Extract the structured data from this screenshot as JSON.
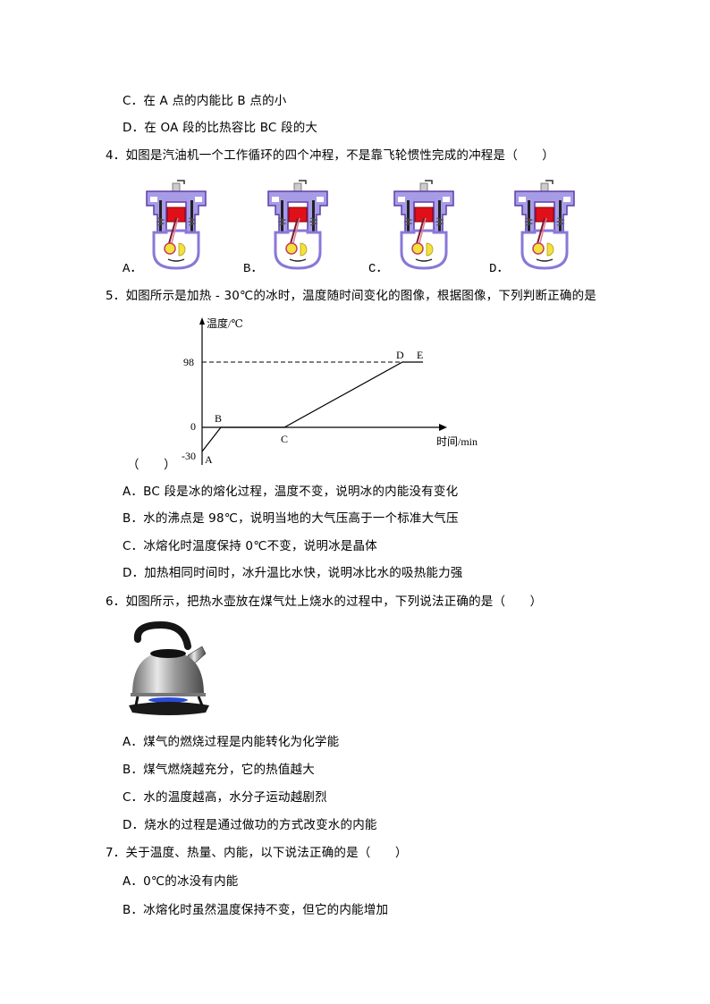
{
  "q3_tail": {
    "option_c": "C．在 A 点的内能比 B 点的小",
    "option_d": "D．在 OA 段的比热容比 BC 段的大"
  },
  "q4": {
    "stem": "4．如图是汽油机一个工作循环的四个冲程，不是靠飞轮惯性完成的冲程是（　　）",
    "images": [
      {
        "label": "A．",
        "icon": "engine-stroke-icon"
      },
      {
        "label": "B．",
        "icon": "engine-stroke-icon"
      },
      {
        "label": "C．",
        "icon": "engine-stroke-icon"
      },
      {
        "label": "D．",
        "icon": "engine-stroke-icon"
      }
    ]
  },
  "q5": {
    "stem": "5．如图所示是加热 - 30℃的冰时，温度随时间变化的图像，根据图像，下列判断正确的是",
    "paren": "（　　）",
    "options": [
      "A．BC 段是冰的熔化过程，温度不变，说明冰的内能没有变化",
      "B．水的沸点是 98℃，说明当地的大气压高于一个标准大气压",
      "C．冰熔化时温度保持 0℃不变，说明冰是晶体",
      "D．加热相同时间时，冰升温比水快，说明冰比水的吸热能力强"
    ]
  },
  "chart_data": {
    "type": "line",
    "title": "",
    "xlabel": "时间/min",
    "ylabel": "温度/℃",
    "y_ticks": [
      "98",
      "0",
      "-30"
    ],
    "points": [
      {
        "label": "A",
        "x": 0,
        "y": -30
      },
      {
        "label": "B",
        "x": 1,
        "y": 0
      },
      {
        "label": "C",
        "x": 4.4,
        "y": 0
      },
      {
        "label": "D",
        "x": 10.7,
        "y": 98
      },
      {
        "label": "E",
        "x": 11.9,
        "y": 98
      }
    ],
    "annotations": [
      "dashed line at y=98 from axis to D"
    ],
    "grid": false
  },
  "q6": {
    "stem": "6．如图所示，把热水壶放在煤气灶上烧水的过程中，下列说法正确的是（　　）",
    "image_icon": "kettle-on-stove-icon",
    "options": [
      "A．煤气的燃烧过程是内能转化为化学能",
      "B．煤气燃烧越充分，它的热值越大",
      "C．水的温度越高，水分子运动越剧烈",
      "D．烧水的过程是通过做功的方式改变水的内能"
    ]
  },
  "q7": {
    "stem": "7．关于温度、热量、内能，以下说法正确的是（　　）",
    "options": [
      "A．0℃的冰没有内能",
      "B．冰熔化时虽然温度保持不变，但它的内能增加"
    ]
  },
  "colors": {
    "engine_body": "#9b8fe0",
    "engine_outline": "#5a3fa8",
    "piston": "#e0101a",
    "crank": "#f2e23a"
  }
}
